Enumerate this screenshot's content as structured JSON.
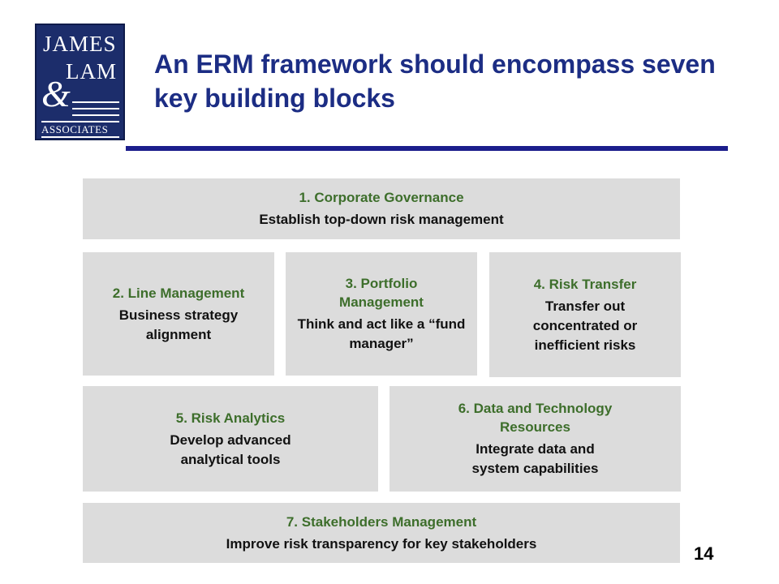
{
  "logo": {
    "line1": "JAMES",
    "line2": "LAM",
    "amp": "&",
    "line4": "ASSOCIATES"
  },
  "slide": {
    "title": "An ERM framework should encompass seven key building blocks",
    "page_number": "14"
  },
  "blocks": [
    {
      "heading": "1. Corporate Governance",
      "body": "Establish top-down risk management"
    },
    {
      "heading": "2. Line Management",
      "body": "Business strategy alignment"
    },
    {
      "heading": "3. Portfolio Management",
      "body": "Think and act like a “fund manager”"
    },
    {
      "heading": "4. Risk Transfer",
      "body": "Transfer out concentrated or inefficient risks"
    },
    {
      "heading": "5. Risk Analytics",
      "body": "Develop advanced analytical tools"
    },
    {
      "heading": "6. Data and Technology Resources",
      "body": "Integrate data and system capabilities"
    },
    {
      "heading": "7.  Stakeholders Management",
      "body": "Improve risk transparency for key stakeholders"
    }
  ],
  "colors": {
    "title": "#1c2d84",
    "rule": "#1c1e8c",
    "heading": "#3d6e2b",
    "box": "#dcdcdc",
    "logo_bg": "#1c2d6b"
  }
}
